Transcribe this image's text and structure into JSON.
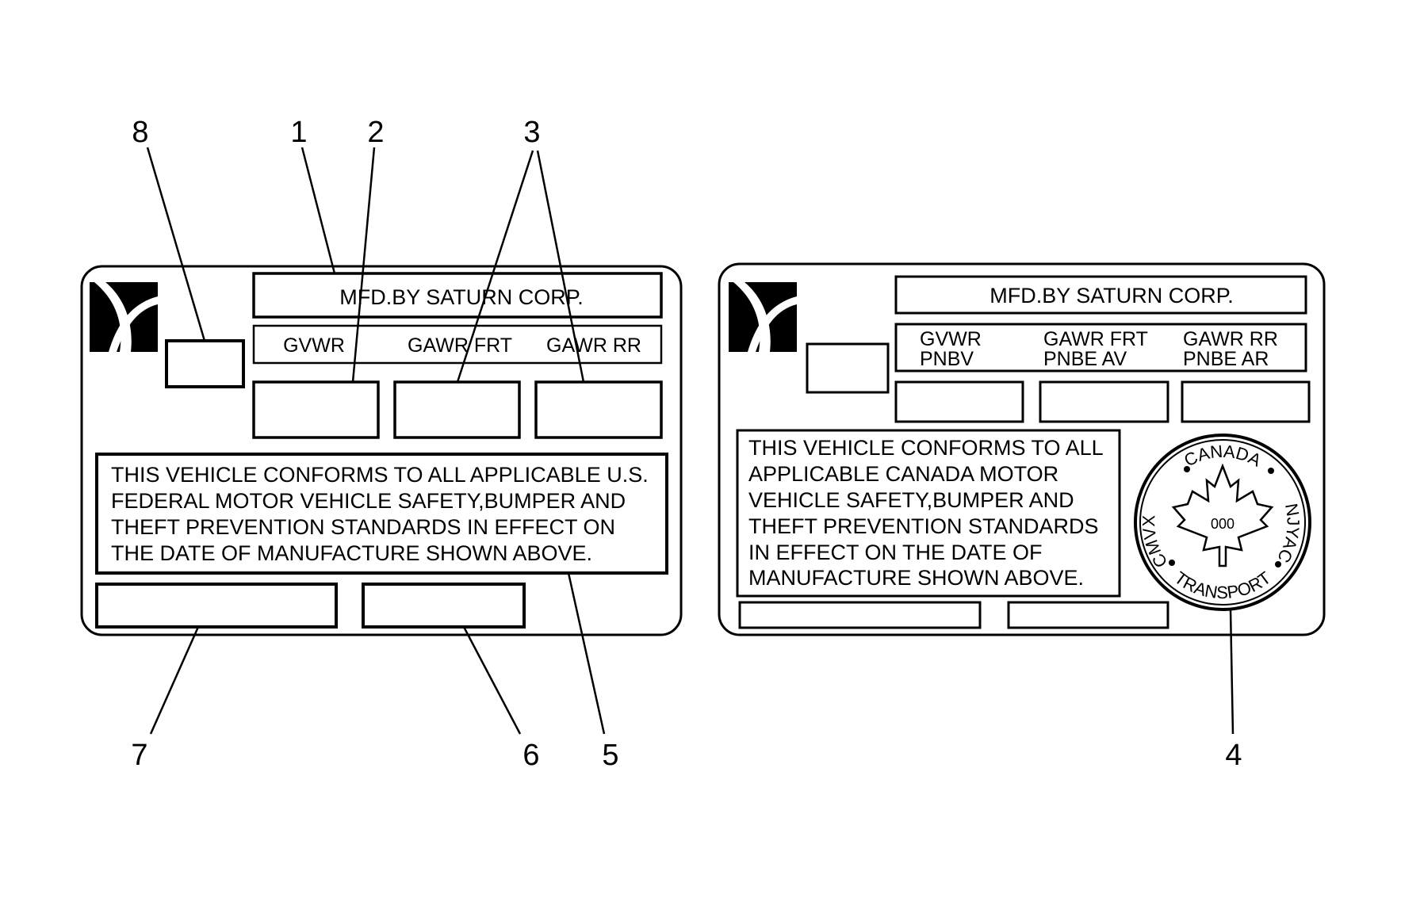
{
  "callouts": [
    "1",
    "2",
    "3",
    "4",
    "5",
    "6",
    "7",
    "8"
  ],
  "us_label": {
    "header": "MFD.BY SATURN CORP.",
    "col1": "GVWR",
    "col2": "GAWR FRT",
    "col3": "GAWR RR",
    "statement": [
      "THIS VEHICLE CONFORMS TO ALL APPLICABLE U.S.",
      "FEDERAL MOTOR VEHICLE SAFETY,BUMPER AND",
      "THEFT PREVENTION STANDARDS IN EFFECT ON",
      "THE DATE OF MANUFACTURE SHOWN ABOVE."
    ]
  },
  "canada_label": {
    "header": "MFD.BY SATURN CORP.",
    "col1": [
      "GVWR",
      "PNBV"
    ],
    "col2": [
      "GAWR FRT",
      "PNBE AV"
    ],
    "col3": [
      "GAWR RR",
      "PNBE AR"
    ],
    "statement": [
      "THIS VEHICLE CONFORMS TO ALL",
      "APPLICABLE CANADA MOTOR",
      "VEHICLE SAFETY,BUMPER AND",
      "THEFT PREVENTION STANDARDS",
      "IN EFFECT ON THE DATE OF",
      "MANUFACTURE SHOWN ABOVE."
    ],
    "seal": {
      "top": "CANADA",
      "left": "CMVX",
      "right": "NJYAC",
      "bottom": "TRANSPORT",
      "number": "000"
    }
  }
}
